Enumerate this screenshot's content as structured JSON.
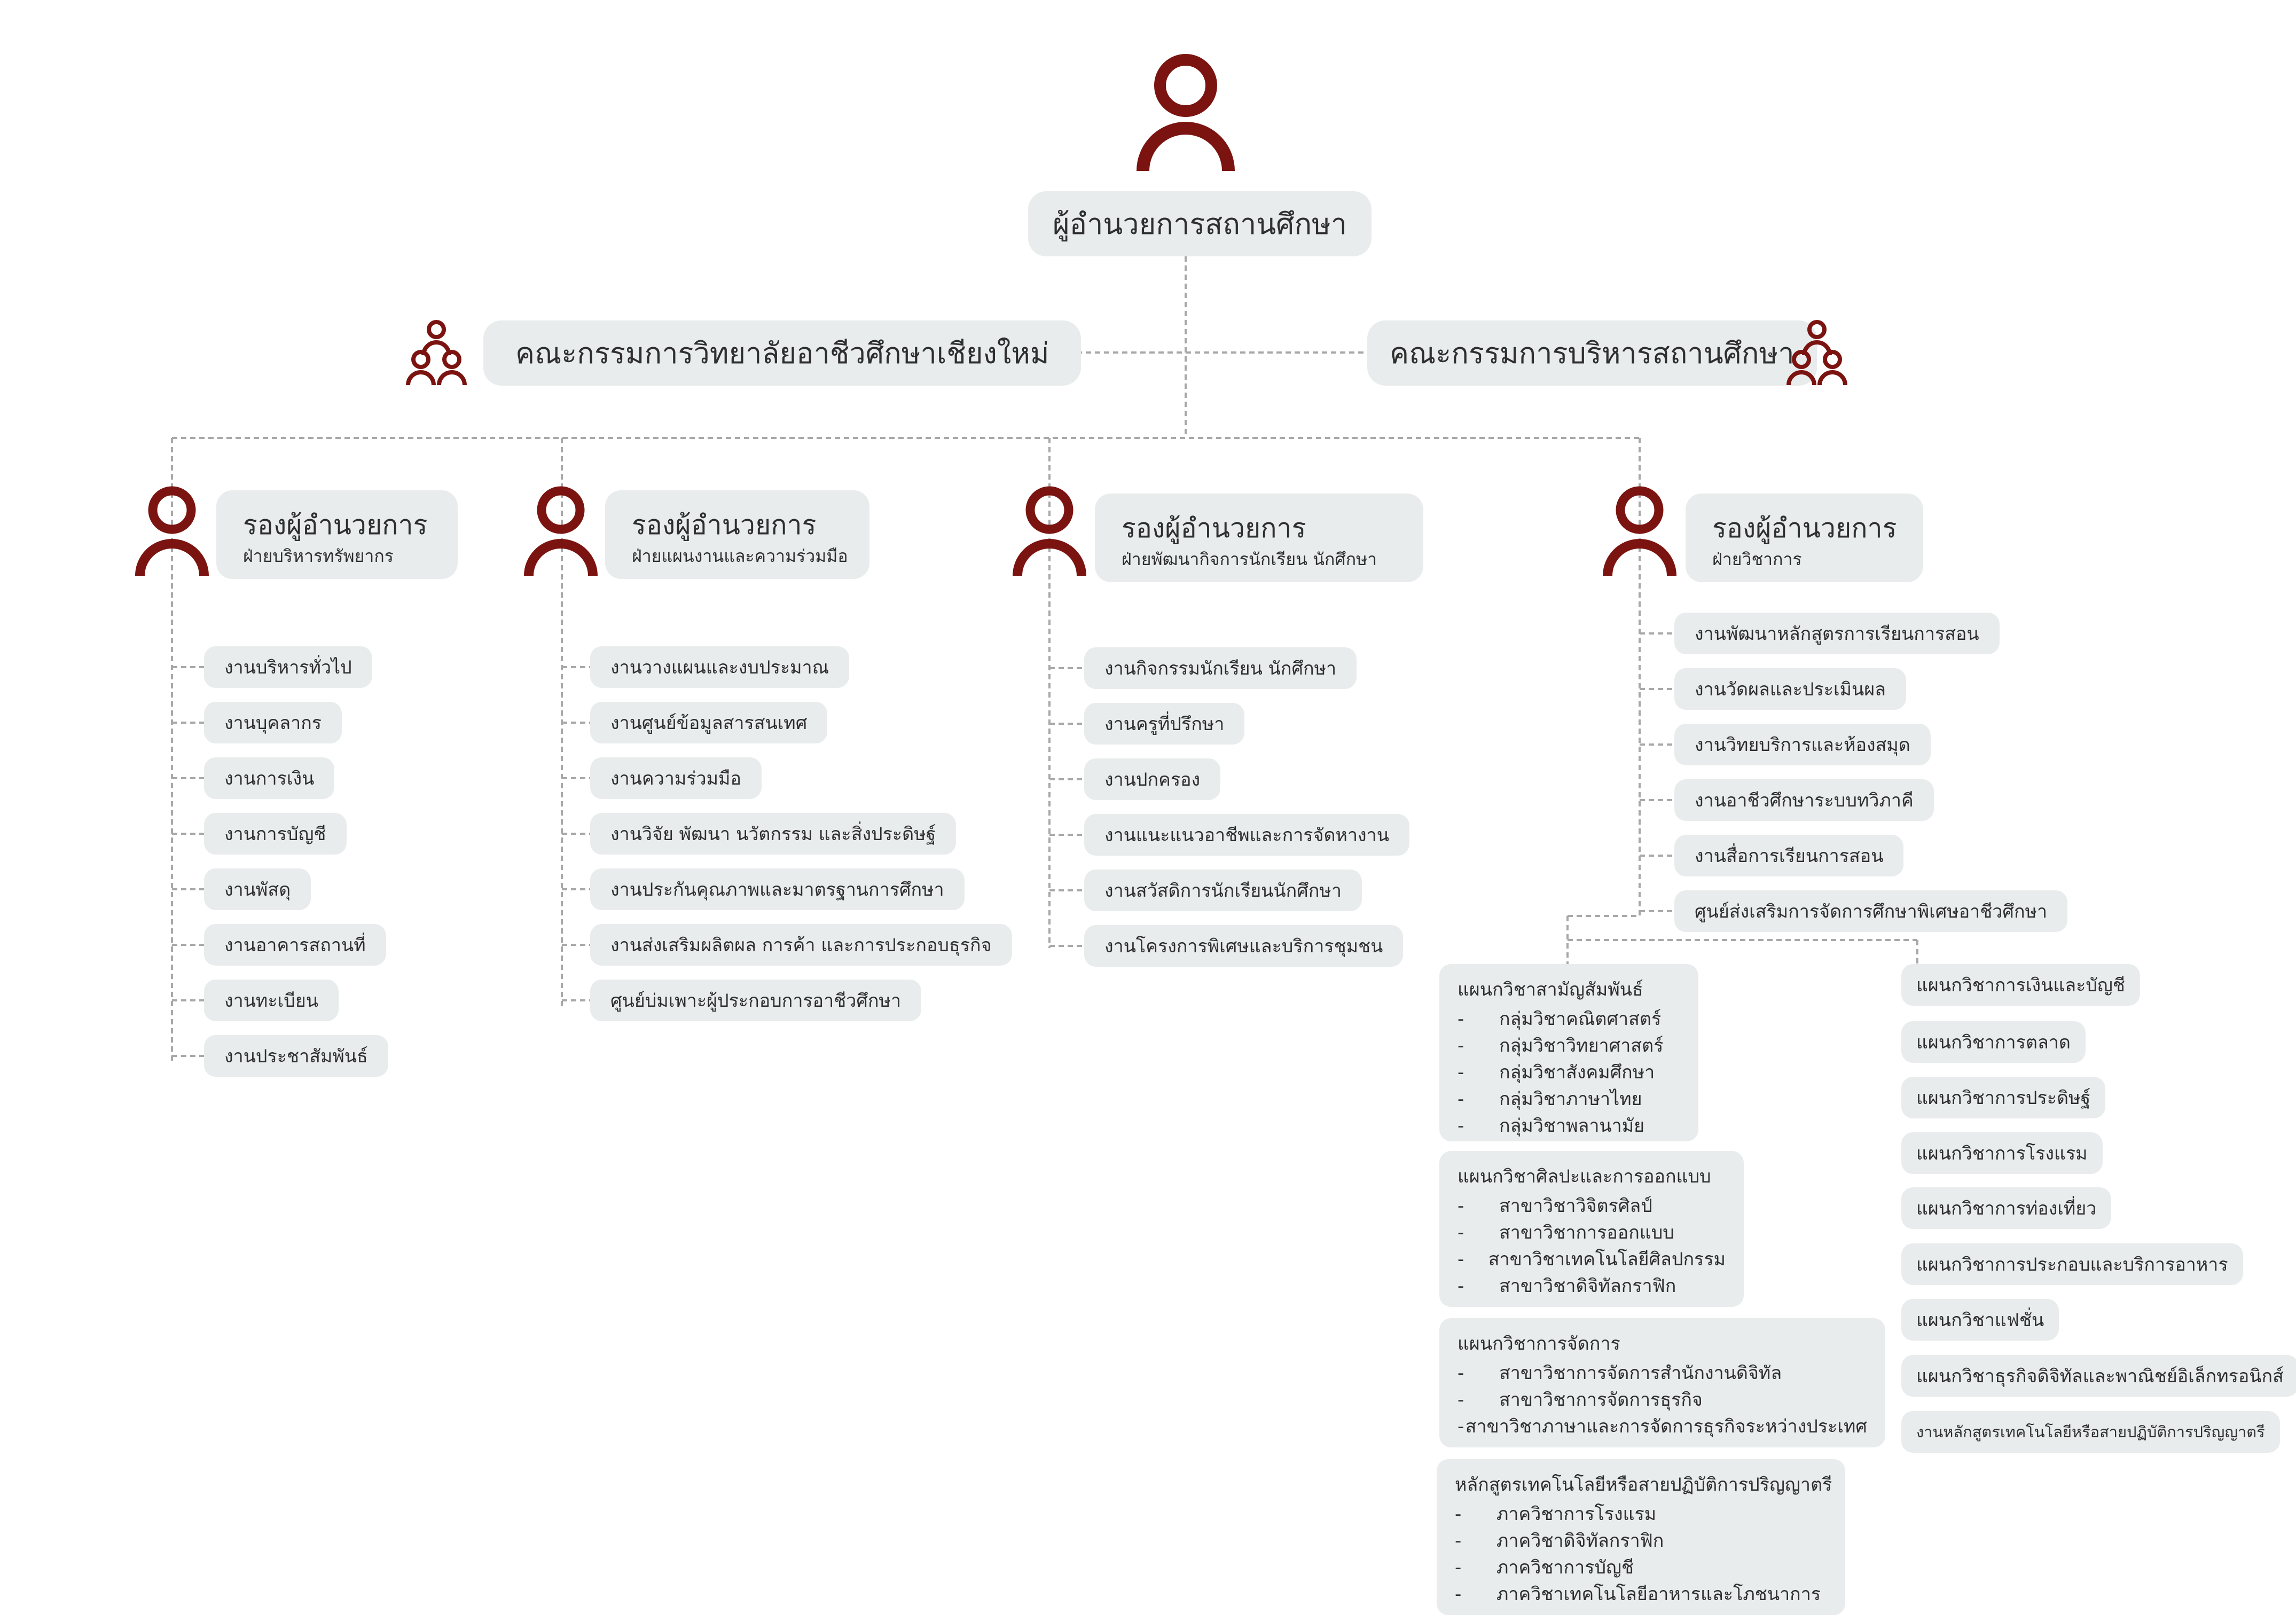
{
  "director": {
    "title": "ผู้อำนวยการสถานศึกษา"
  },
  "committees": {
    "left": "คณะกรรมการวิทยาลัยอาชีวศึกษาเชียงใหม่",
    "right": "คณะกรรมการบริหารสถานศึกษา"
  },
  "colors": {
    "accent": "#7b1410",
    "box": "#e9ecec",
    "line": "#a8a8a8",
    "text": "#2f2f2f"
  },
  "icons": {
    "person": "person-icon",
    "group": "group-icon"
  },
  "divisions": [
    {
      "title": "รองผู้อำนวยการ",
      "subtitle": "ฝ่ายบริหารทรัพยากร",
      "items": [
        "งานบริหารทั่วไป",
        "งานบุคลากร",
        "งานการเงิน",
        "งานการบัญชี",
        "งานพัสดุ",
        "งานอาคารสถานที่",
        "งานทะเบียน",
        "งานประชาสัมพันธ์"
      ]
    },
    {
      "title": "รองผู้อำนวยการ",
      "subtitle": "ฝ่ายแผนงานและความร่วมมือ",
      "items": [
        "งานวางแผนและงบประมาณ",
        "งานศูนย์ข้อมูลสารสนเทศ",
        "งานความร่วมมือ",
        "งานวิจัย พัฒนา นวัตกรรม และสิ่งประดิษฐ์",
        "งานประกันคุณภาพและมาตรฐานการศึกษา",
        "งานส่งเสริมผลิตผล การค้า และการประกอบธุรกิจ",
        "ศูนย์บ่มเพาะผู้ประกอบการอาชีวศึกษา"
      ]
    },
    {
      "title": "รองผู้อำนวยการ",
      "subtitle": "ฝ่ายพัฒนากิจการนักเรียน นักศึกษา",
      "items": [
        "งานกิจกรรมนักเรียน นักศึกษา",
        "งานครูที่ปรึกษา",
        "งานปกครอง",
        "งานแนะแนวอาชีพและการจัดหางาน",
        "งานสวัสดิการนักเรียนนักศึกษา",
        "งานโครงการพิเศษและบริการชุมชน"
      ]
    },
    {
      "title": "รองผู้อำนวยการ",
      "subtitle": "ฝ่ายวิชาการ",
      "items": [
        "งานพัฒนาหลักสูตรการเรียนการสอน",
        "งานวัดผลและประเมินผล",
        "งานวิทยบริการและห้องสมุด",
        "งานอาชีวศึกษาระบบทวิภาคี",
        "งานสื่อการเรียนการสอน",
        "ศูนย์ส่งเสริมการจัดการศึกษาพิเศษอาชีวศึกษา"
      ]
    }
  ],
  "departments_left": [
    {
      "title": "แผนกวิชาสามัญสัมพันธ์",
      "items": [
        "กลุ่มวิชาคณิตศาสตร์",
        "กลุ่มวิชาวิทยาศาสตร์",
        "กลุ่มวิชาสังคมศึกษา",
        "กลุ่มวิชาภาษาไทย",
        "กลุ่มวิชาพลานามัย"
      ]
    },
    {
      "title": "แผนกวิชาศิลปะและการออกแบบ",
      "items": [
        "สาขาวิชาวิจิตรศิลป์",
        "สาขาวิชาการออกแบบ",
        "สาขาวิชาเทคโนโลยีศิลปกรรม",
        "สาขาวิชาดิจิทัลกราฟิก"
      ]
    },
    {
      "title": "แผนกวิชาการจัดการ",
      "items": [
        "สาขาวิชาการจัดการสำนักงานดิจิทัล",
        "สาขาวิชาการจัดการธุรกิจ",
        "สาขาวิชาภาษาและการจัดการธุรกิจระหว่างประเทศ"
      ]
    },
    {
      "title": "หลักสูตรเทคโนโลยีหรือสายปฏิบัติการปริญญาตรี",
      "items": [
        "ภาควิชาการโรงแรม",
        "ภาควิชาดิจิทัลกราฟิก",
        "ภาควิชาการบัญชี",
        "ภาควิชาเทคโนโลยีอาหารและโภชนาการ"
      ]
    }
  ],
  "departments_right": [
    "แผนกวิชาการเงินและบัญชี",
    "แผนกวิชาการตลาด",
    "แผนกวิชาการประดิษฐ์",
    "แผนกวิชาการโรงแรม",
    "แผนกวิชาการท่องเที่ยว",
    "แผนกวิชาการประกอบและบริการอาหาร",
    "แผนกวิชาแฟชั่น",
    "แผนกวิชาธุรกิจดิจิทัลและพาณิชย์อิเล็กทรอนิกส์",
    "งานหลักสูตรเทคโนโลยีหรือสายปฏิบัติการปริญญาตรี"
  ],
  "dash": "-"
}
